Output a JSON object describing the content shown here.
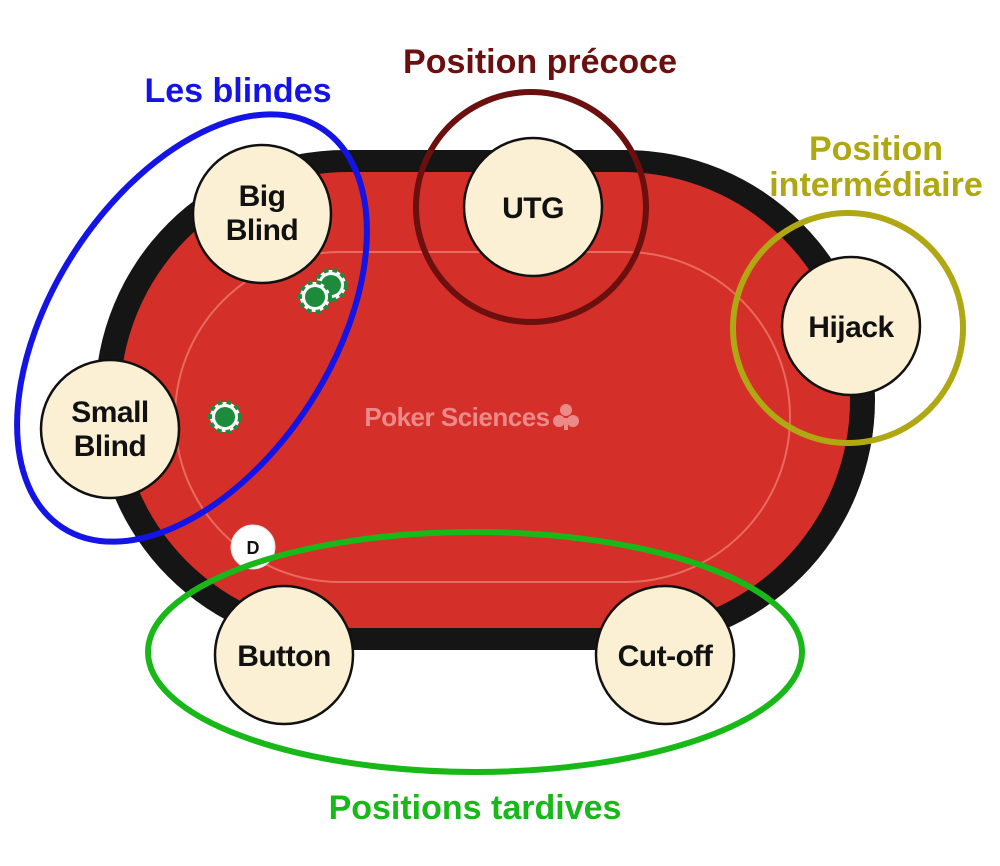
{
  "table": {
    "brand": "Poker Sciences",
    "brand_icon": "club-icon",
    "felt_color": "#d42f28",
    "rail_color": "#151515",
    "seat_color": "#fbf0d4",
    "dealer_button": "D"
  },
  "seats": {
    "big_blind": [
      "Big",
      "Blind"
    ],
    "small_blind": [
      "Small",
      "Blind"
    ],
    "utg": "UTG",
    "hijack": "Hijack",
    "button": "Button",
    "cutoff": "Cut-off"
  },
  "groups": {
    "blinds": {
      "label": "Les blindes",
      "color": "#1414e6"
    },
    "early": {
      "label": "Position précoce",
      "color": "#6b0f0f"
    },
    "middle": {
      "label": [
        "Position",
        "intermédiaire"
      ],
      "color": "#b0a812"
    },
    "late": {
      "label": "Positions tardives",
      "color": "#19b819"
    }
  }
}
